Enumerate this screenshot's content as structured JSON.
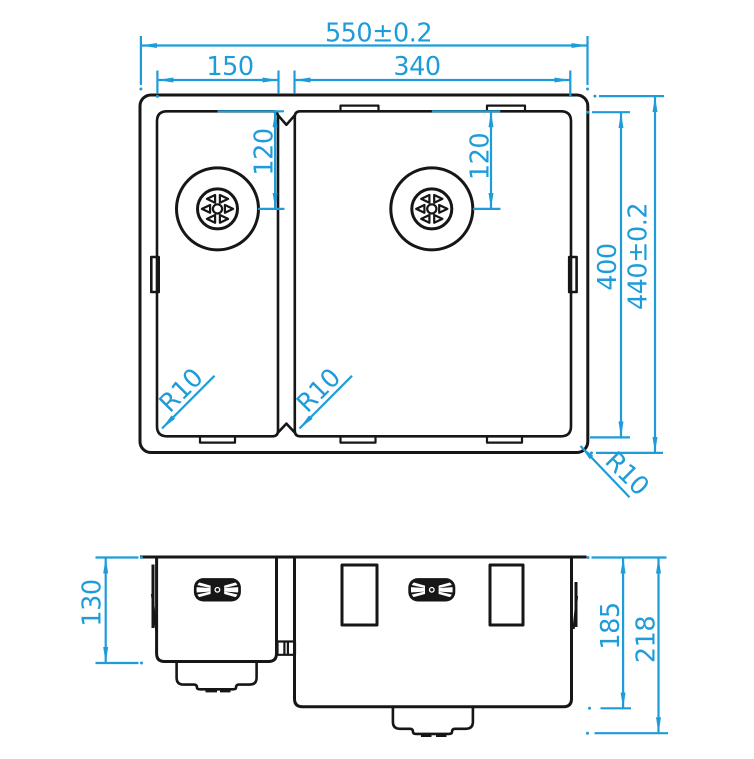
{
  "drawing": {
    "subject": "double-bowl-sink-technical-drawing",
    "colors": {
      "line": "#161616",
      "dimension": "#1e9cd9",
      "background": "#ffffff"
    },
    "dimensions": {
      "overall_width": "550±0.2",
      "left_bowl_width": "150",
      "right_bowl_width": "340",
      "left_drain_offset": "120",
      "right_drain_offset": "120",
      "bowl_length": "400",
      "overall_length": "440±0.2",
      "left_bowl_corner_radius": "R10",
      "right_bowl_corner_radius": "R10",
      "outer_corner_radius": "R10",
      "left_bowl_depth": "130",
      "right_bowl_depth": "185",
      "overall_depth": "218"
    }
  }
}
